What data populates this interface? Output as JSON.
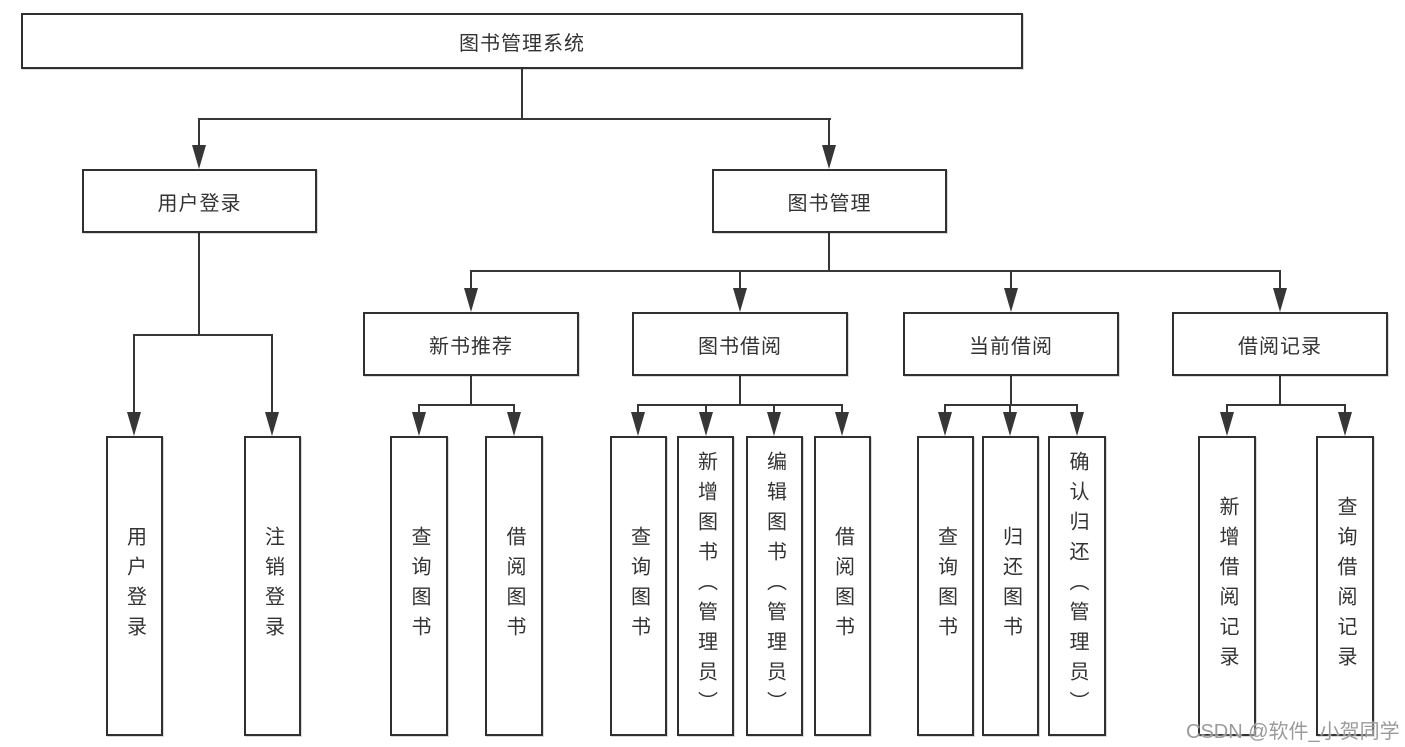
{
  "tree": {
    "label": "图书管理系统",
    "children": [
      {
        "label": "用户登录",
        "children": [
          {
            "label": "用户登录"
          },
          {
            "label": "注销登录"
          }
        ]
      },
      {
        "label": "图书管理",
        "children": [
          {
            "label": "新书推荐",
            "children": [
              {
                "label": "查询图书"
              },
              {
                "label": "借阅图书"
              }
            ]
          },
          {
            "label": "图书借阅",
            "children": [
              {
                "label": "查询图书"
              },
              {
                "label": "新增图书（管理员）"
              },
              {
                "label": "编辑图书（管理员）"
              },
              {
                "label": "借阅图书"
              }
            ]
          },
          {
            "label": "当前借阅",
            "children": [
              {
                "label": "查询图书"
              },
              {
                "label": "归还图书"
              },
              {
                "label": "确认归还（管理员）"
              }
            ]
          },
          {
            "label": "借阅记录",
            "children": [
              {
                "label": "新增借阅记录"
              },
              {
                "label": "查询借阅记录"
              }
            ]
          }
        ]
      }
    ]
  },
  "watermark": "CSDN @软件_小贺同学",
  "colors": {
    "line": "#363636",
    "box_border": "#303030",
    "text": "#333333",
    "background": "#ffffff",
    "watermark_text": "#9b9b9b"
  }
}
